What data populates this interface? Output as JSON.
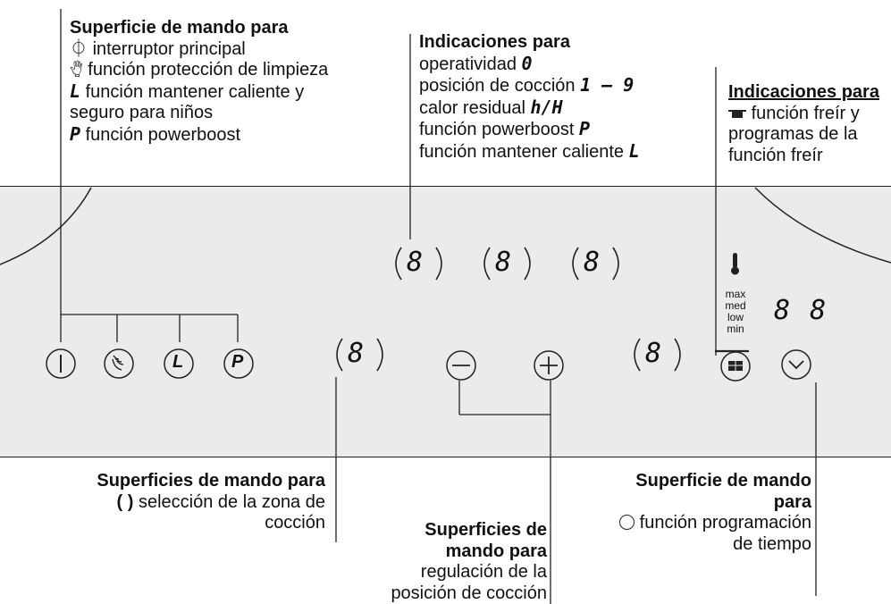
{
  "callouts": {
    "main_controls": {
      "heading": "Superficie de mando para",
      "line1": "interruptor principal",
      "line2": "función protección de limpieza",
      "line3_symbol": "L",
      "line3": "función mantener caliente y",
      "line4": "seguro para niños",
      "line5_symbol": "P",
      "line5": "función powerboost"
    },
    "indications": {
      "heading": "Indicaciones para",
      "line1": "operatividad",
      "line1_symbol": "0",
      "line2": "posición de cocción",
      "line2_symbol": "1 – 9",
      "line3": "calor residual",
      "line3_symbol": "h/H",
      "line4": "función powerboost",
      "line4_symbol": "P",
      "line5": "función mantener caliente",
      "line5_symbol": "L"
    },
    "frying": {
      "heading": "Indicaciones para",
      "line1": "función freír y",
      "line2": "programas de la",
      "line3": "función freír"
    },
    "zone_selection": {
      "heading": "Superficies de mando para",
      "line1_symbol": "( )",
      "line1": "selección de la zona de",
      "line2": "cocción"
    },
    "level_regulation": {
      "heading1": "Superficies de",
      "heading2": "mando para",
      "line1": "regulación de la",
      "line2": "posición de cocción"
    },
    "timer": {
      "heading1": "Superficie de mando",
      "heading2": "para",
      "line1": "función programación",
      "line2": "de tiempo"
    }
  },
  "panel": {
    "display_digit": "8",
    "temp_scale": [
      "max",
      "med",
      "low",
      "min"
    ],
    "timer_digits": "8 8",
    "buttons": {
      "power": "|",
      "keep_warm": "L",
      "powerboost": "P",
      "minus": "−",
      "plus": "+"
    }
  },
  "colors": {
    "panel": "#ebebeb",
    "line": "#222222"
  }
}
